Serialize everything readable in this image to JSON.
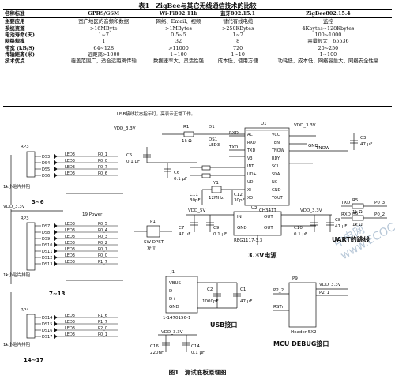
{
  "table": {
    "title": "表1　ZigBee与其它无线通信技术的比较",
    "headers": [
      "名称标准",
      "GPRS/GSM",
      "Wi-Fi802.11b",
      "蓝牙802.15.1",
      "ZigBee802.15.4"
    ],
    "rows": [
      [
        "主要应用",
        "宽广地区的音频和数据",
        "网络、Email、视频",
        "替代有线电缆",
        "监控"
      ],
      [
        "系统资源",
        ">16MByte",
        ">1MBytes",
        ">250KBytes",
        "4Kbytes~128Kbytes"
      ],
      [
        "电池寿命(天)",
        "1~7",
        "0.5~5",
        "1~7",
        "100~1000"
      ],
      [
        "网络规模",
        "1",
        "32",
        "8",
        "容量很大，65536"
      ],
      [
        "带宽 (kB/S)",
        "64~128",
        ">11000",
        "720",
        "20~250"
      ],
      [
        "传输距离(米)",
        "远距离>1000",
        "1~100",
        "1~10",
        "1~100"
      ],
      [
        "技术优点",
        "覆盖范围广，适合远距离传输",
        "数据速率大，灵活性强",
        "成本低，使用方便",
        "功耗低，成本低，网络容量大，网络安全性高"
      ]
    ]
  },
  "schematic": {
    "note": "USB接线状态指示灯，亮表示正常工作。",
    "vdd": "VDD_3.3V",
    "vdd5": "VDD_5V",
    "gnd": "GND",
    "rp3_top": "RP3",
    "rp3_mid": "RP3",
    "rp4": "RP4",
    "rp_label": "1k小贴片排阻",
    "group1": "3~6",
    "group2": "7~13",
    "group3": "14~17",
    "leds1": [
      "DS3",
      "DS4",
      "DS5",
      "DS6"
    ],
    "leds2": [
      "DS7",
      "DS8",
      "DS9",
      "DS10",
      "DS11",
      "DS12",
      "DS13"
    ],
    "leds3": [
      "DS14",
      "DS15",
      "DS16",
      "DS17"
    ],
    "led_text": "LED3",
    "nets1": [
      "P0_1",
      "P0_0",
      "P0_7",
      "P0_6"
    ],
    "nets2": [
      "P0_5",
      "P0_4",
      "P0_3",
      "P0_2",
      "P0_1",
      "P0_0",
      "P1_7"
    ],
    "nets3": [
      "P1_6",
      "P1_7",
      "P2_0",
      "P0_1"
    ],
    "power19": "19 Power",
    "p1": "P1",
    "sw": "SW-DPST",
    "reset": "复位",
    "r1": "R1",
    "r1v": "1k Ω",
    "d1": "D1",
    "ds1": "DS1",
    "led3": "LED3",
    "u1": "U1",
    "u1_chip": "CH341T",
    "u1_left": [
      "ACT",
      "RXD",
      "TXD",
      "V3",
      "INT",
      "UD+",
      "UD-",
      "XI",
      "XO"
    ],
    "u1_right": [
      "VCC",
      "TEN",
      "TNOW",
      "RDY",
      "SCL",
      "SDA",
      "NC",
      "GND",
      "TOUT"
    ],
    "u1_nets": [
      "RXD",
      "TXD",
      "TNOW"
    ],
    "c5": "C5",
    "c5v": "0.1 μF",
    "c6": "C6",
    "c6v": "0.1 μF",
    "c3": "C3",
    "c3v": "47 μF",
    "y1": "Y1",
    "y1v": "12MHz",
    "c11": "C11",
    "c11v": "30pF",
    "c12": "C12",
    "c12v": "30pF",
    "u2": "U2",
    "u2_pins": [
      "IN",
      "OUT",
      "GND",
      "OUT"
    ],
    "u2_chip": "REG1117-3.3",
    "c7": "C7",
    "c7v": "47 μF",
    "c9": "C9",
    "c9v": "0.1 μF",
    "c10": "C10",
    "c10v": "0.1 μF",
    "c8": "C8",
    "c8v": "47 μF",
    "power_label": "3.3V电源",
    "r5": "R5",
    "r5v": "1k Ω",
    "r6": "R6",
    "r6v": "1k Ω",
    "txd": "TXD",
    "rxd": "RXD",
    "p03": "P0_3",
    "p02": "P0_2",
    "uart_label": "UART的跳线",
    "j1": "J1",
    "j1_pins": [
      "VBUS",
      "D-",
      "D+",
      "GND"
    ],
    "j1_part": "1-1470156-1",
    "c2": "C2",
    "c2v": "1000pF",
    "c1": "C1",
    "c1v": "47 μF",
    "usb_label": "USB接口",
    "p9": "P9",
    "p9_header": "Header 5X2",
    "p21": "P2_1",
    "p22": "P2_2",
    "rstn": "RSTn",
    "mcu_label": "MCU DEBUG接口",
    "c16": "C16",
    "c16v": "220nF",
    "c14": "C14",
    "c14v": "0.1 μF"
  },
  "watermark": "中电网 www.ECOC.COM",
  "caption": "图1　测试底板原理图"
}
